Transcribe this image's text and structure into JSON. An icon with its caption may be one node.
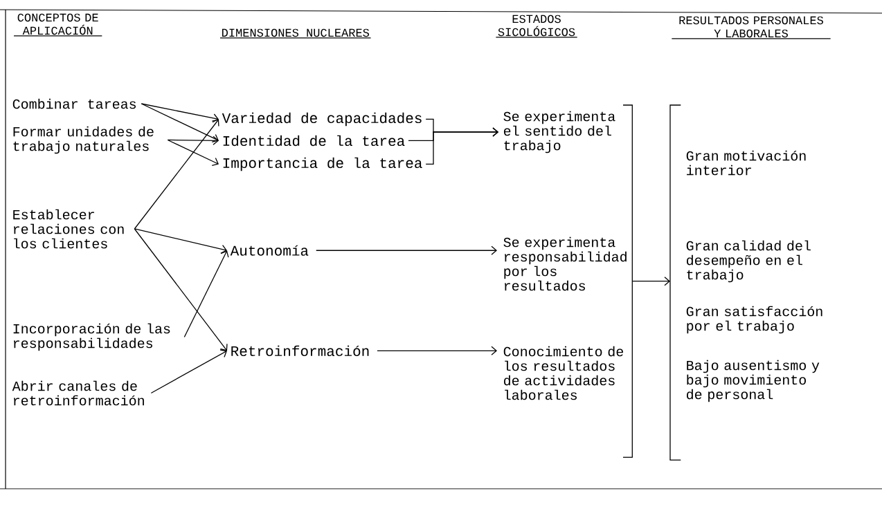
{
  "diagram": {
    "nodes": [
      {
        "text": [
          "Combinar tareas"
        ]
      },
      {
        "text": [
          "Formar unidades de trabajo naturales"
        ]
      },
      {
        "text": [
          "Establecer relaciones con los clientes"
        ]
      },
      {
        "text": [
          "Incorporación de las responsabilidades"
        ]
      },
      {
        "text": [
          "Abrir canales de retroinformación"
        ]
      },
      {
        "text": [
          "Variedad de capacidades"
        ]
      },
      {
        "text": [
          "Identidad de la tarea"
        ]
      },
      {
        "text": [
          "Importancia de la tarea"
        ]
      },
      {
        "text": [
          "Autonomía"
        ]
      },
      {
        "text": [
          "Retroinformación"
        ]
      },
      {
        "text": [
          "Se experimenta el sentido del trabajo"
        ]
      },
      {
        "text": [
          "Se experimenta responsabilidad por los resultados"
        ]
      },
      {
        "text": [
          "Conocimiento de los resultados de actividades laborales"
        ]
      },
      {
        "text": [
          "Gran motivación interior"
        ]
      },
      {
        "text": [
          "Gran calidad del desempeño en el trabajo"
        ]
      },
      {
        "text": [
          "Gran satisfacción por el trabajo"
        ]
      },
      {
        "text": [
          "Bajo ausentismo y bajo movimiento de personal"
        ]
      },
      {
        "text": [],
        "shape": "bar"
      },
      {
        "text": [],
        "shape": "bar"
      }
    ],
    "edges": [
      {
        "from": 0,
        "to": 5,
        "arrow": "to"
      },
      {
        "from": 0,
        "to": 6,
        "arrow": "to"
      },
      {
        "from": 1,
        "to": 6,
        "arrow": "to"
      },
      {
        "from": 1,
        "to": 7,
        "arrow": "to"
      },
      {
        "from": 2,
        "to": 5,
        "arrow": "to"
      },
      {
        "from": 2,
        "to": 8,
        "arrow": "to"
      },
      {
        "from": 2,
        "to": 9,
        "arrow": "to"
      },
      {
        "from": 3,
        "to": 8,
        "arrow": "to"
      },
      {
        "from": 4,
        "to": 9,
        "arrow": "to"
      },
      {
        "from": 5,
        "to": 10,
        "arrow": "to"
      },
      {
        "from": 6,
        "to": 10,
        "arrow": "to"
      },
      {
        "from": 7,
        "to": 10,
        "arrow": "to"
      },
      {
        "from": 8,
        "to": 11,
        "arrow": "to"
      },
      {
        "from": 9,
        "to": 12,
        "arrow": "to"
      },
      {
        "from": 17,
        "to": 18,
        "arrow": "to"
      }
    ],
    "labels": [
      "CONCEPTOS DE APLICACIÓN",
      "DIMENSIONES NUCLEARES",
      "ESTADOS SICOLÓGICOS",
      "RESULTADOS PERSONALES Y LABORALES"
    ]
  }
}
